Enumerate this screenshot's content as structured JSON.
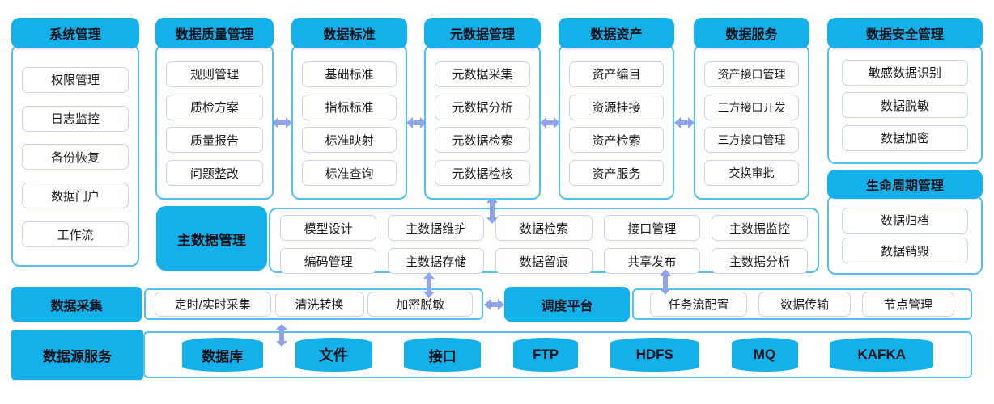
{
  "palette": {
    "accent_blue": "#13b0e9",
    "panel_border": "#53c0f0",
    "item_border": "#c8d4ee",
    "arrow_color": "#8fa3ee"
  },
  "columns": [
    {
      "title": "系统管理",
      "items": [
        "权限管理",
        "日志监控",
        "备份恢复",
        "数据门户",
        "工作流"
      ]
    },
    {
      "title": "数据质量管理",
      "items": [
        "规则管理",
        "质检方案",
        "质量报告",
        "问题整改"
      ]
    },
    {
      "title": "数据标准",
      "items": [
        "基础标准",
        "指标标准",
        "标准映射",
        "标准查询"
      ]
    },
    {
      "title": "元数据管理",
      "items": [
        "元数据采集",
        "元数据分析",
        "元数据检索",
        "元数据检核"
      ]
    },
    {
      "title": "数据资产",
      "items": [
        "资产编目",
        "资源挂接",
        "资产检索",
        "资产服务"
      ]
    },
    {
      "title": "数据服务",
      "items": [
        "资产接口管理",
        "三方接口开发",
        "三方接口管理",
        "交换审批"
      ]
    },
    {
      "title": "数据安全管理",
      "items": [
        "敏感数据识别",
        "数据脱敏",
        "数据加密"
      ]
    },
    {
      "title": "生命周期管理",
      "items": [
        "数据归档",
        "数据销毁"
      ]
    }
  ],
  "master_data": {
    "title": "主数据管理",
    "row1": [
      "模型设计",
      "主数据维护",
      "数据检索",
      "接口管理",
      "主数据监控"
    ],
    "row2": [
      "编码管理",
      "主数据存储",
      "数据留痕",
      "共享发布",
      "主数据分析"
    ]
  },
  "collection": {
    "title": "数据采集",
    "items": [
      "定时/实时采集",
      "清洗转换",
      "加密脱敏"
    ]
  },
  "scheduling": {
    "title": "调度平台",
    "items": [
      "任务流配置",
      "数据传输",
      "节点管理"
    ]
  },
  "datasource": {
    "title": "数据源服务",
    "items": [
      "数据库",
      "文件",
      "接口",
      "FTP",
      "HDFS",
      "MQ",
      "KAFKA"
    ]
  }
}
